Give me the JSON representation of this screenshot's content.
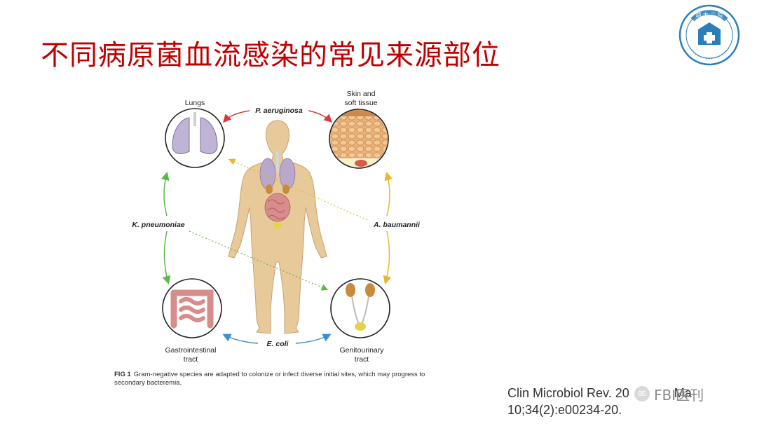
{
  "slide": {
    "title": "不同病原菌血流感染的常见来源部位"
  },
  "logo": {
    "emblem_text": "湖 大 二 院",
    "icon": "hospital-emblem-icon"
  },
  "figure": {
    "sites": {
      "lungs": "Lungs",
      "skin_line1": "Skin and",
      "skin_line2": "soft tissue",
      "gi_line1": "Gastrointestinal",
      "gi_line2": "tract",
      "gu_line1": "Genitourinary",
      "gu_line2": "tract"
    },
    "pathogens": {
      "p_aeruginosa": "P. aeruginosa",
      "k_pneumoniae": "K. pneumoniae",
      "a_baumannii": "A. baumannii",
      "e_coli": "E. coli"
    },
    "arrow_colors": {
      "p_aeruginosa": "#d93a3a",
      "k_pneumoniae": "#5cb84a",
      "a_baumannii": "#e6b82e",
      "e_coli": "#3b8fd0"
    },
    "caption": {
      "label": "FIG 1",
      "text": "Gram-negative species are adapted to colonize or infect diverse initial sites, which may progress to secondary bacteremia."
    }
  },
  "citation": {
    "line1": "Clin Microbiol Rev. 20",
    "line1_end": "Ma",
    "line2": "10;34(2):e00234-20."
  },
  "watermark": {
    "text": "FBI医刊"
  }
}
